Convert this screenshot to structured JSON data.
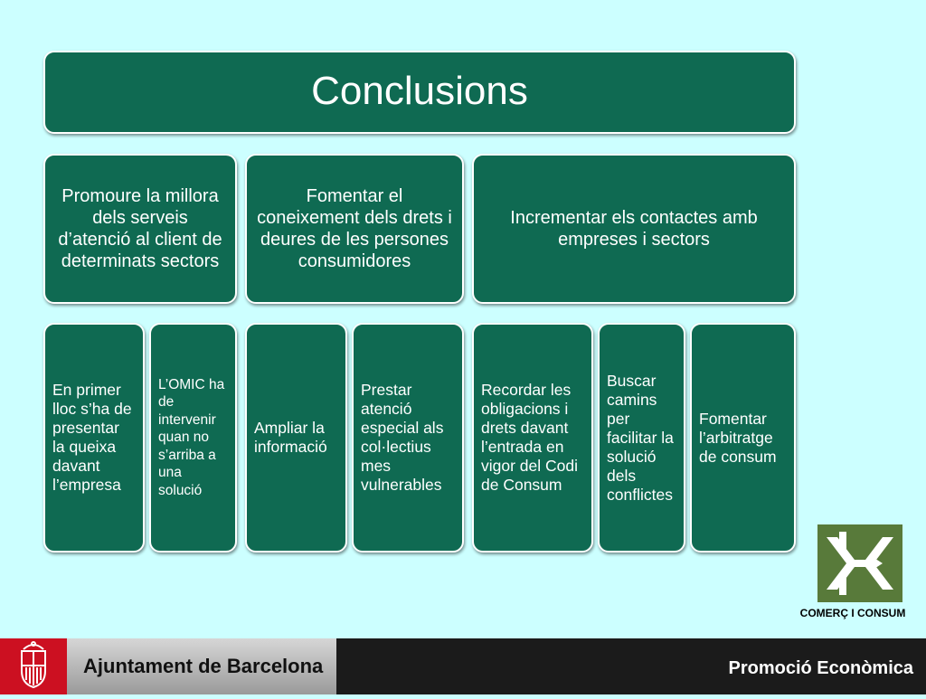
{
  "title": "Conclusions",
  "objectives": [
    {
      "text": "Promoure la millora dels serveis d’atenció al client de determinats sectors"
    },
    {
      "text": "Fomentar el coneixement dels drets i deures de les persones consumidores"
    },
    {
      "text": "Incrementar els contactes amb empreses i sectors"
    }
  ],
  "actions": [
    {
      "text": "En primer lloc s’ha de presentar la queixa davant l’empresa"
    },
    {
      "text": "L’OMIC ha de intervenir quan no s’arriba a una solució"
    },
    {
      "text": "Ampliar la informació"
    },
    {
      "text": "Prestar atenció especial als col·lectius mes vulnerables"
    },
    {
      "text": "Recordar les obligacions i drets davant l’entrada en vigor del Codi de Consum"
    },
    {
      "text": "Buscar camins per facilitar la solució dels conflictes"
    },
    {
      "text": "Fomentar l’arbitratge de consum"
    }
  ],
  "logo": {
    "caption": "COMERÇ I CONSUM",
    "color": "#587a3a"
  },
  "footer": {
    "organization": "Ajuntament de Barcelona",
    "department": "Promoció Econòmica"
  },
  "colors": {
    "background": "#ccffff",
    "box": "#0f6a52",
    "crest": "#cc1021"
  }
}
